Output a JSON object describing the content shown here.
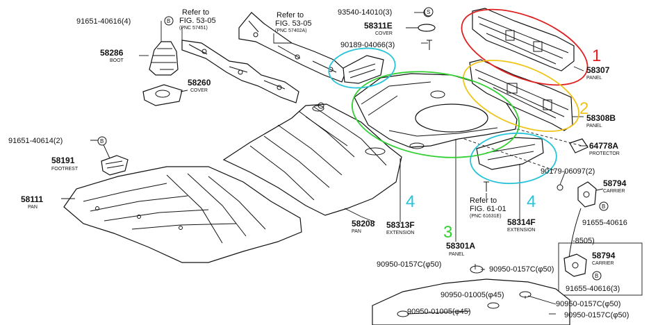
{
  "labels": {
    "p91651_40616": "91651-40616(4)",
    "p58286": "58286",
    "p58286_sub": "BOOT",
    "p58260": "58260",
    "p58260_sub": "COVER",
    "ref1_a": "Refer to",
    "ref1_b": "FIG. 53-05",
    "ref1_c": "(PNC 57451)",
    "ref2_a": "Refer to",
    "ref2_b": "FIG. 53-05",
    "ref2_c": "(PNC 57402A)",
    "p93540": "93540-14010(3)",
    "p58311e": "58311E",
    "p58311e_sub": "COVER",
    "p90189": "90189-04066(3)",
    "p58307": "58307",
    "p58307_sub": "PANEL",
    "p58308b": "58308B",
    "p58308b_sub": "PANEL",
    "p64778a": "64778A",
    "p64778a_sub": "PROTECTOR",
    "p90179": "90179-06097(2)",
    "p58794a": "58794",
    "p58794a_sub": "CARRIER",
    "p91655a": "91655-40616",
    "p91651_40614": "91651-40614(2)",
    "p58191": "58191",
    "p58191_sub": "FOOTREST",
    "p58111": "58111",
    "p58111_sub": "PAN",
    "p58208": "58208",
    "p58208_sub": "PAN",
    "p58313f": "58313F",
    "p58313f_sub": "EXTENSION",
    "ref3_a": "Refer to",
    "ref3_b": "FIG. 61-01",
    "ref3_c": "(PNC 61631E)",
    "p58314f": "58314F",
    "p58314f_sub": "EXTENSION",
    "p58301a": "58301A",
    "p58301a_sub": "PANEL",
    "p90950_0157a": "90950-0157C(φ50)",
    "p90950_0157b": "90950-0157C(φ50)",
    "p90950_01005a": "90950-01005(φ45)",
    "p90950_01005b": "90950-01005(φ45)",
    "p90950_0157c": "90950-0157C(φ50)",
    "p90950_0157d": "90950-0157C(φ50)",
    "range_tag": "-8505)",
    "p58794b": "58794",
    "p58794b_sub": "CARRIER",
    "p91655b": "91655-40616(3)",
    "badge_b": "B",
    "badge_s": "S"
  },
  "annotations": [
    {
      "number": "1",
      "color": "#e02020"
    },
    {
      "number": "2",
      "color": "#f0c419"
    },
    {
      "number": "3",
      "color": "#2fd02f"
    },
    {
      "number": "4",
      "color": "#27c3d8"
    },
    {
      "number": "4",
      "color": "#27c3d8"
    }
  ]
}
